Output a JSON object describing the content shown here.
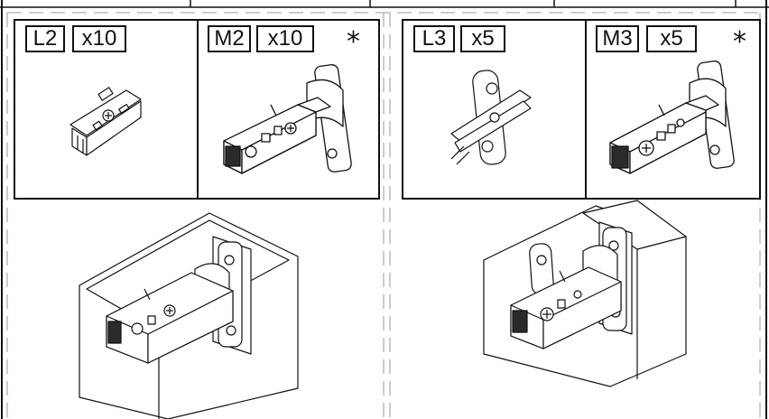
{
  "panels": [
    {
      "part": "L2",
      "qty": "x10",
      "star": ""
    },
    {
      "part": "M2",
      "qty": "x10",
      "star": "*"
    },
    {
      "part": "L3",
      "qty": "x5",
      "star": ""
    },
    {
      "part": "M3",
      "qty": "x5",
      "star": "*"
    }
  ],
  "colors": {
    "ink": "#111111",
    "light": "#9a9a9a",
    "fill": "#ffffff",
    "dark": "#2a2a2a"
  }
}
